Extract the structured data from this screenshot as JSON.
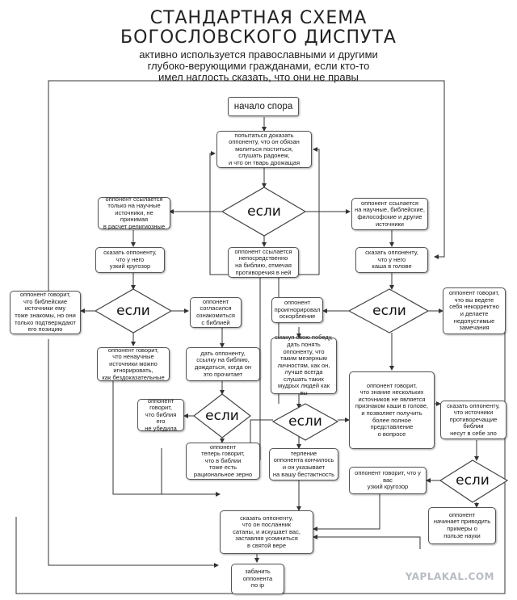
{
  "title_line1": "СТАНДАРТНАЯ СХЕМА",
  "title_line2": "БОГОСЛОВСКОГО ДИСПУТА",
  "subtitle_line1": "активно используется православными и другими",
  "subtitle_line2": "глубоко-верующими гражданами, если кто-то",
  "subtitle_line3": "имел наглость сказать, что они не правы",
  "nodes": {
    "start": "начало спора",
    "prove": "попытаться доказать\nоппоненту, что он обязан\nмолиться поститься,\nслушать радонеж,\nи что он тварь дрожащая",
    "if1": "если",
    "science_left": "оппонент ссылается\nтолько на научные\nисточники, не принимая\nв расчет религиозные",
    "science_right": "оппонент ссылается\nна научные, библейские,\nфилософские и другие\nисточники",
    "bible_direct": "оппонент ссылается\nнепосредственно\nна библию, отмечая\nпротиворечия в ней",
    "narrow": "сказать оппоненту,\nчто у него\nузкий кругозор",
    "mess": "сказать оппоненту,\nчто у него\nкаша в голове",
    "bible_unknown": "оппонент говорит,\nчто библейские\nисточники ему\nтоже знакомы, но они\nтолько подтверждают\nего позицию",
    "if2": "если",
    "agreed": "оппонент\nсогласился\nознакомиться\nс библией",
    "ignored": "оппонент\nпроигнорировал\nоскорбление",
    "if3": "если",
    "wrong": "оппонент говорит,\nчто вы ведете\nсебя некорректно\nи делаете\nнедопустимые\nзамечания",
    "unscientific": "оппонент говорит,\nчто ненаучные\nисточники можно\nигнорировать,\nкак бездоказательные",
    "give_bible": "дать оппоненту,\nссылку на библию,\nдождаться, когда он\nэто прочитает",
    "humble": "смакуя свою победу,\nдать понять\nоппоненту, что\nтаким мезерным\nличностям, как он,\nлучше всегда\nслушать таких\nмудрых людей как вы",
    "not_convinced": "оппонент\nговорит,\nчто библия его\nне убедила",
    "if4": "если",
    "if5": "если",
    "knowledge": "оппонент говорит,\nчто знание нескольких\nисточников не является\nпризнаком каши в голове,\nи позволяет получить\nболее полное\nпредставление\nо вопросе",
    "sources_evil": "сказать оппоненту,\nчто источники\nпротиворечащие\nбиблии\nнесут в себе зло",
    "rational": "оппонент\nтеперь говорит,\nчто в библии\nтоже есть\nрациональное зерно",
    "patience": "терпение\nоппонента кончилось\nи он указывает\nна вашу бестактность",
    "narrow2": "оппонент говорит, что у вас\nузкий кругозор",
    "if6": "если",
    "satan": "сказать оппоненту,\nчто он посланник\nсатаны, и искушает вас,\nзаставляя усомниться\nв святой вере",
    "examples": "оппонент\nначинает приводить\nпримеры о\nпользе науки",
    "ban": "забанить\nоппонента\nпо ip"
  },
  "watermark": "YAPLAKAL.COM"
}
